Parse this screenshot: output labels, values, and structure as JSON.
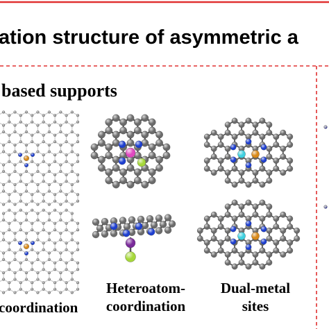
{
  "title": "ation structure of asymmetric a",
  "subtitle": "based supports",
  "labels": {
    "left": "coordination",
    "middle_line1": "Heteroatom-",
    "middle_line2": "coordination",
    "right_line1": "Dual-metal",
    "right_line2": "sites"
  },
  "colors": {
    "frame": "#e03030",
    "carbon": "#6b6b6b",
    "nitrogen": "#1e3fd0",
    "metal_orange": "#d98a1a",
    "metal_cyan": "#3fd0e0",
    "pink": "#e048c0",
    "green": "#a6d83a",
    "purple": "#7a2a9a"
  }
}
